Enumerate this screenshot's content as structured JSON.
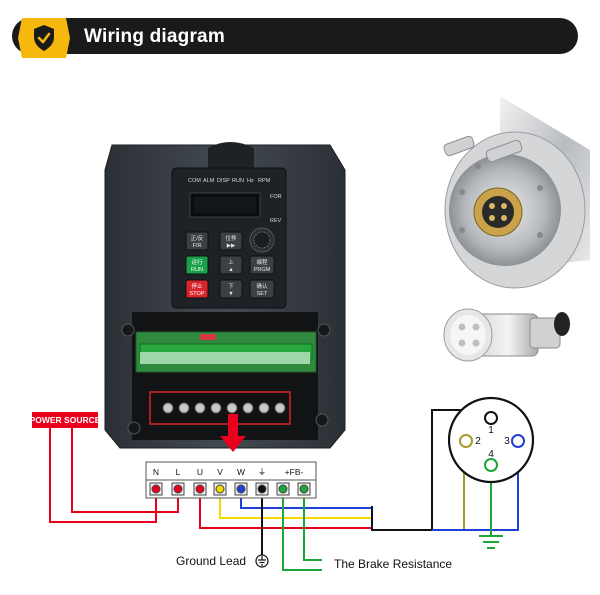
{
  "header": {
    "title": "Wiring diagram",
    "badge_icon": "shield-check-icon"
  },
  "inverter": {
    "indicators": [
      "COM",
      "ALM",
      "DISP",
      "RUN",
      "Hz",
      "RPM"
    ],
    "for_label": "FOR",
    "rev_label": "REV",
    "keys": [
      {
        "top": "正/反",
        "bottom": "F/R"
      },
      {
        "top": "位移",
        "bottom": "▶▶"
      },
      {
        "top": "运行",
        "bottom": "RUN"
      },
      {
        "top": "上",
        "bottom": "▲"
      },
      {
        "top": "编程",
        "bottom": "PRGM"
      },
      {
        "top": "停止",
        "bottom": "STOP"
      },
      {
        "top": "下",
        "bottom": "▼"
      },
      {
        "top": "确认",
        "bottom": "SET"
      }
    ]
  },
  "power_source_label": "POWER SOURCE",
  "terminals": [
    "N",
    "L",
    "U",
    "V",
    "W",
    "⏚",
    "+FB-"
  ],
  "connector_pins": [
    "1",
    "2",
    "3",
    "4"
  ],
  "ground_lead_label": "Ground Lead",
  "brake_resistance_label": "The Brake Resistance",
  "colors": {
    "red": "#e8001c",
    "yellow": "#f2d800",
    "blue": "#1f3fd6",
    "green": "#1ca63a",
    "black": "#111111",
    "olive": "#a89a2a"
  }
}
